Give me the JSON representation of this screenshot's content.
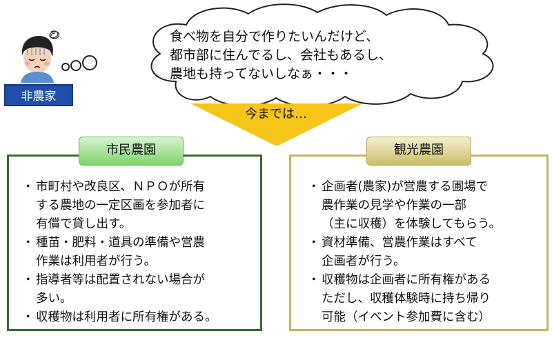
{
  "person": {
    "label": "非農家"
  },
  "thought": {
    "lines": [
      "食べ物を自分で作りたいんだけど、",
      "都市部に住んでるし、会社もあるし、",
      "農地も持ってないしなぁ・・・"
    ]
  },
  "arrow": {
    "label": "今までは…"
  },
  "panels": [
    {
      "title": "市民農園",
      "items": [
        {
          "lines": [
            "市町村や改良区、ＮＰＯが所有",
            "する農地の一定区画を参加者に",
            "有償で貸し出す。"
          ]
        },
        {
          "lines": [
            "種苗・肥料・道具の準備や営農",
            "作業は利用者が行う。"
          ]
        },
        {
          "lines": [
            "指導者等は配置されない場合が",
            "多い。"
          ]
        },
        {
          "lines": [
            "収穫物は利用者に所有権がある。"
          ]
        }
      ]
    },
    {
      "title": "観光農園",
      "items": [
        {
          "lines": [
            "企画者(農家)が営農する圃場で",
            "農作業の見学や作業の一部",
            "（主に収穫）を体験してもらう。"
          ]
        },
        {
          "lines": [
            "資材準備、営農作業はすべて",
            "企画者が行う。"
          ]
        },
        {
          "lines": [
            "収穫物は企画者に所有権がある",
            "ただし、収穫体験時に持ち帰り",
            "可能（イベント参加費に含む）"
          ]
        }
      ]
    }
  ],
  "colors": {
    "label_bg": "#1f4fa8",
    "arrow": "#f5c518",
    "left_panel_border": "#3a6a2e",
    "left_tab": "#7ed36b",
    "right_panel_border": "#c7b35a",
    "right_tab": "#cbbd6a"
  },
  "icons": {
    "person": "worried-person-icon",
    "scribble": "scribble-icon"
  }
}
